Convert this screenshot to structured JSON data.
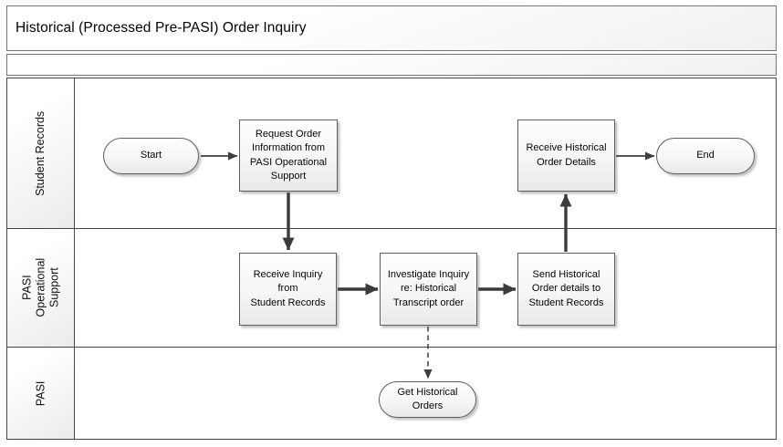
{
  "diagram": {
    "title": "Historical (Processed Pre-PASI) Order Inquiry",
    "type": "cross-functional-flowchart",
    "lanes": [
      {
        "id": "student-records",
        "label": "Student Records"
      },
      {
        "id": "pasi-operational-support",
        "label": "PASI Operational Support"
      },
      {
        "id": "pasi",
        "label": "PASI"
      }
    ],
    "nodes": [
      {
        "id": "start",
        "shape": "terminator",
        "lane": "Student Records",
        "label": "Start"
      },
      {
        "id": "request-order-info",
        "shape": "process",
        "lane": "Student Records",
        "label": "Request Order\nInformation from\nPASI Operational\nSupport"
      },
      {
        "id": "receive-historical-order-details",
        "shape": "process",
        "lane": "Student Records",
        "label": "Receive Historical\nOrder Details"
      },
      {
        "id": "end",
        "shape": "terminator",
        "lane": "Student Records",
        "label": "End"
      },
      {
        "id": "receive-inquiry",
        "shape": "process",
        "lane": "PASI Operational Support",
        "label": "Receive Inquiry from\nStudent Records"
      },
      {
        "id": "investigate-inquiry",
        "shape": "process",
        "lane": "PASI Operational Support",
        "label": "Investigate Inquiry\nre: Historical\nTranscript order"
      },
      {
        "id": "send-order-details",
        "shape": "process",
        "lane": "PASI Operational Support",
        "label": "Send Historical\nOrder details to\nStudent Records"
      },
      {
        "id": "get-historical-orders",
        "shape": "terminator",
        "lane": "PASI",
        "label": "Get Historical\nOrders"
      }
    ],
    "connectors": [
      {
        "from": "start",
        "to": "request-order-info",
        "style": "solid"
      },
      {
        "from": "request-order-info",
        "to": "receive-inquiry",
        "style": "solid-thick"
      },
      {
        "from": "receive-inquiry",
        "to": "investigate-inquiry",
        "style": "solid-thick"
      },
      {
        "from": "investigate-inquiry",
        "to": "send-order-details",
        "style": "solid-thick"
      },
      {
        "from": "send-order-details",
        "to": "receive-historical-order-details",
        "style": "solid-thick"
      },
      {
        "from": "receive-historical-order-details",
        "to": "end",
        "style": "solid"
      },
      {
        "from": "investigate-inquiry",
        "to": "get-historical-orders",
        "style": "dashed"
      }
    ],
    "colors": {
      "connector": "#3f3f3f",
      "shape_border": "#5f5f5f",
      "lane_border": "#454545",
      "band_border": "#747474",
      "shape_fill_top": "#fefefe",
      "shape_fill_bottom": "#e9e9e9",
      "text": "#000000",
      "background": "#ffffff"
    }
  }
}
